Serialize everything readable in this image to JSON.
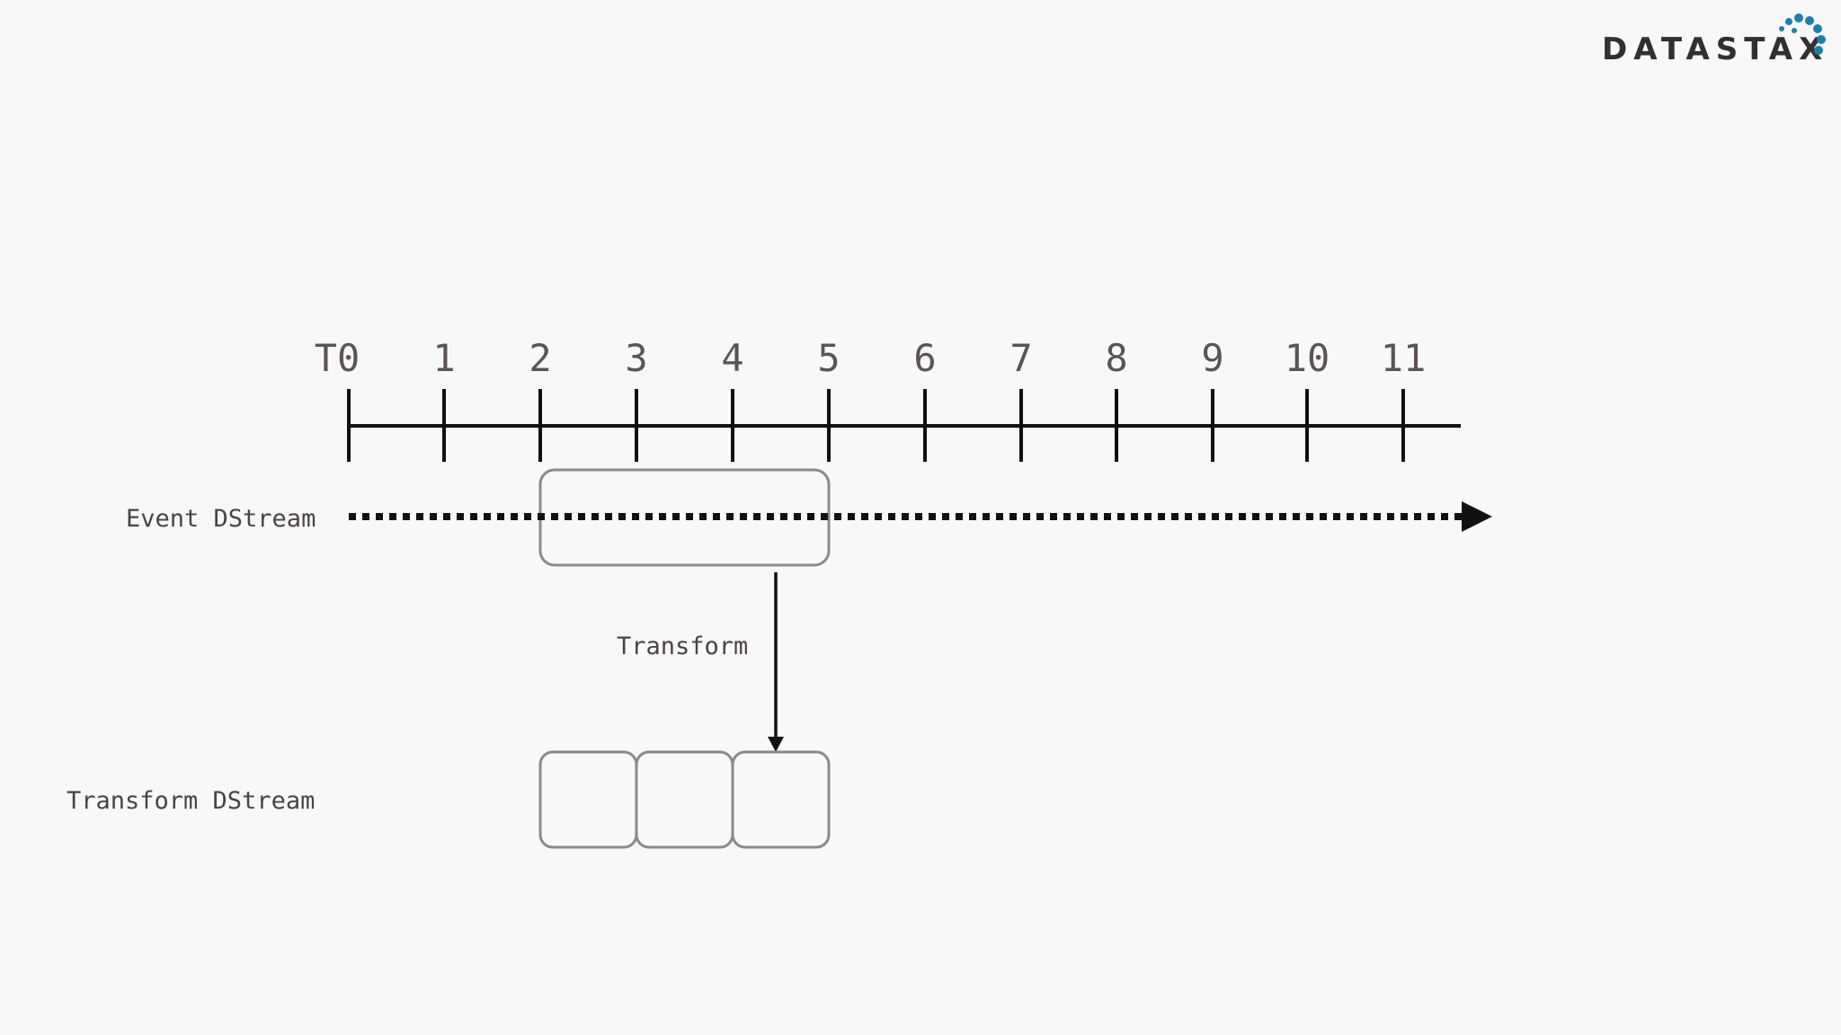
{
  "logo": {
    "text": "DATASTAX",
    "dot_color": "#1f7fa6"
  },
  "timeline": {
    "labels": [
      "T0",
      "1",
      "2",
      "3",
      "4",
      "5",
      "6",
      "7",
      "8",
      "9",
      "10",
      "11"
    ]
  },
  "event_stream": {
    "label": "Event DStream",
    "window_start": 2,
    "window_end": 5
  },
  "transform": {
    "label": "Transform"
  },
  "transform_stream": {
    "label": "Transform DStream",
    "batches": [
      2,
      3,
      4
    ]
  },
  "colors": {
    "background": "#f9f8f8",
    "line": "#111111",
    "box_stroke": "#8a8a8a",
    "text": "#4a4443"
  }
}
